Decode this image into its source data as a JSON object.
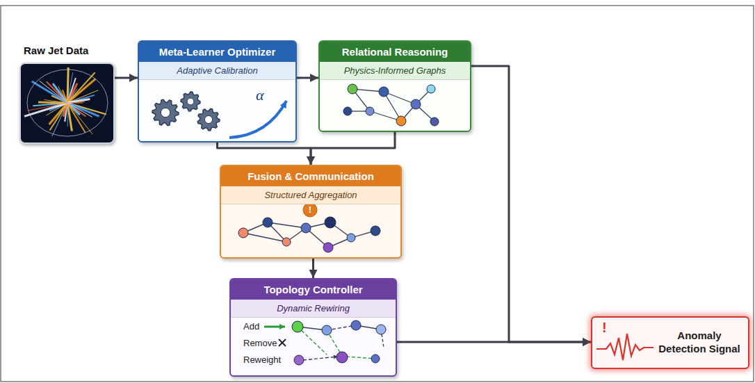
{
  "diagram": {
    "nodes": [
      {
        "text": [
          "Raw Jet Data"
        ]
      },
      {
        "text": [
          "Meta-Learner Optimizer",
          "Adaptive Calibration"
        ]
      },
      {
        "text": [
          "Relational Reasoning",
          "Physics-Informed Graphs"
        ]
      },
      {
        "text": [
          "Fusion & Communication",
          "Structured Aggregation"
        ]
      },
      {
        "text": [
          "Topology Controller",
          "Dynamic Rewiring"
        ]
      },
      {
        "text": [
          "Anomaly Detection Signal"
        ]
      }
    ],
    "edges": [
      {
        "from": 0,
        "to": 1,
        "arrow": "to"
      },
      {
        "from": 1,
        "to": 2,
        "arrow": "to"
      },
      {
        "from": 1,
        "to": 3,
        "arrow": "to"
      },
      {
        "from": 2,
        "to": 3,
        "arrow": "to"
      },
      {
        "from": 3,
        "to": 4,
        "arrow": "to"
      },
      {
        "from": 4,
        "to": 5,
        "arrow": "to"
      },
      {
        "from": 2,
        "to": 5,
        "arrow": "to"
      }
    ],
    "labels": [
      "α",
      "!",
      "Add",
      "Remove",
      "Reweight",
      "!"
    ]
  }
}
